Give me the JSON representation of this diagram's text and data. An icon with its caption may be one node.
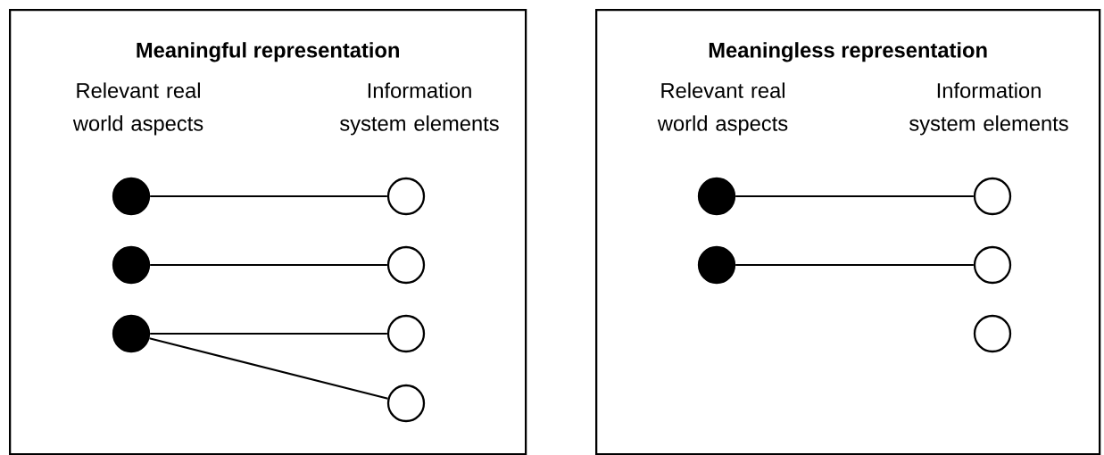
{
  "diagram": {
    "nodes": [
      {
        "text": [
          "Meaningful representation"
        ]
      },
      {
        "text": [],
        "shape": "circle",
        "in": 0
      },
      {
        "text": [],
        "shape": "circle",
        "in": 0
      },
      {
        "text": [],
        "shape": "circle",
        "in": 0
      },
      {
        "text": [],
        "shape": "circle",
        "in": 0
      },
      {
        "text": [],
        "shape": "circle",
        "in": 0
      },
      {
        "text": [],
        "shape": "circle",
        "in": 0
      },
      {
        "text": [],
        "shape": "circle",
        "in": 0
      },
      {
        "text": [
          "Meaningless representation"
        ]
      },
      {
        "text": [],
        "shape": "circle",
        "in": 8
      },
      {
        "text": [],
        "shape": "circle",
        "in": 8
      },
      {
        "text": [],
        "shape": "circle",
        "in": 8
      },
      {
        "text": [],
        "shape": "circle",
        "in": 8
      },
      {
        "text": [],
        "shape": "circle",
        "in": 8
      }
    ],
    "edges": [
      {
        "from": 1,
        "to": 4,
        "arrow": "none"
      },
      {
        "from": 2,
        "to": 5,
        "arrow": "none"
      },
      {
        "from": 3,
        "to": 6,
        "arrow": "none"
      },
      {
        "from": 3,
        "to": 7,
        "arrow": "none"
      },
      {
        "from": 9,
        "to": 11,
        "arrow": "none"
      },
      {
        "from": 10,
        "to": 12,
        "arrow": "none"
      }
    ],
    "labels": [
      "Relevant real world aspects",
      "Information system elements",
      "Relevant real world aspects",
      "Information system elements"
    ]
  }
}
